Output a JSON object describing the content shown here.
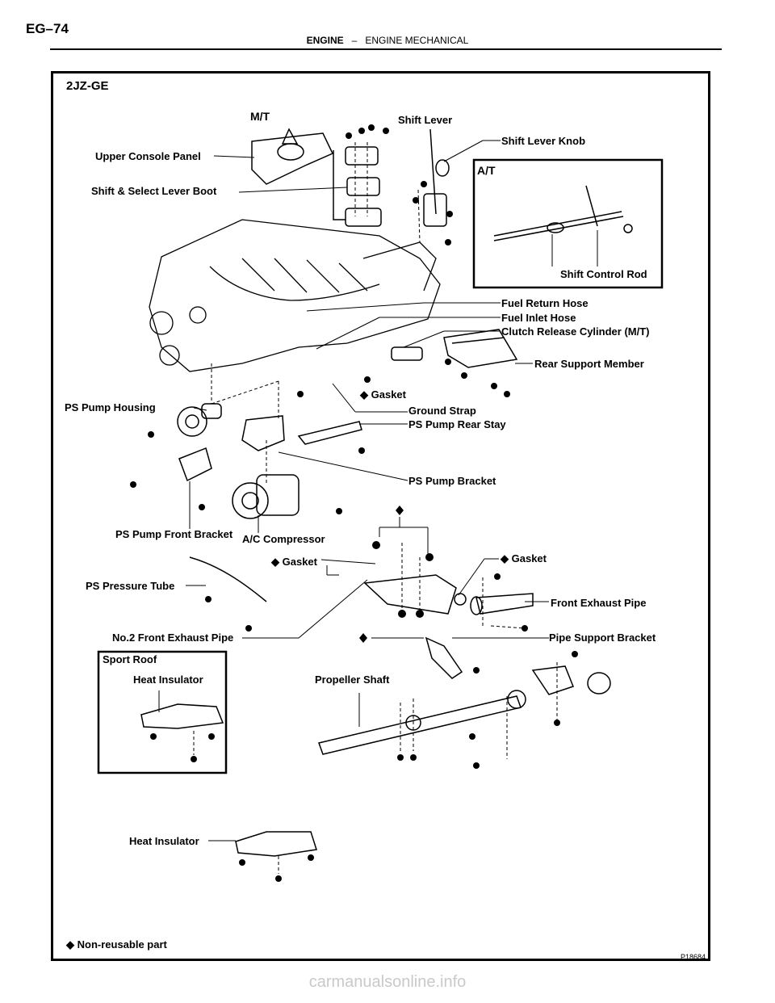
{
  "page": {
    "page_number": "EG–74",
    "section": "ENGINE",
    "separator": "–",
    "subsection": "ENGINE MECHANICAL"
  },
  "diagram": {
    "model": "2JZ-GE",
    "variant_mt": "M/T",
    "variant_at": "A/T",
    "variant_sport_roof": "Sport Roof",
    "labels": {
      "shift_lever": "Shift Lever",
      "shift_lever_knob": "Shift Lever Knob",
      "upper_console_panel": "Upper Console Panel",
      "shift_select_lever_boot": "Shift & Select Lever Boot",
      "shift_control_rod": "Shift Control Rod",
      "fuel_return_hose": "Fuel Return Hose",
      "fuel_inlet_hose": "Fuel Inlet Hose",
      "clutch_release_cylinder": "Clutch Release Cylinder (M/T)",
      "rear_support_member": "Rear Support Member",
      "gasket": "Gasket",
      "ps_pump_housing": "PS Pump Housing",
      "ground_strap": "Ground Strap",
      "ps_pump_rear_stay": "PS Pump Rear Stay",
      "ps_pump_bracket": "PS Pump Bracket",
      "ps_pump_front_bracket": "PS Pump Front Bracket",
      "ac_compressor": "A/C Compressor",
      "ps_pressure_tube": "PS Pressure Tube",
      "front_exhaust_pipe": "Front Exhaust Pipe",
      "no2_front_exhaust_pipe": "No.2 Front Exhaust Pipe",
      "pipe_support_bracket": "Pipe Support Bracket",
      "heat_insulator": "Heat Insulator",
      "propeller_shaft": "Propeller Shaft"
    },
    "non_reusable_symbol": "◆",
    "footnote": "◆ Non-reusable part",
    "figure_code": "P18684"
  },
  "watermark": "carmanualsonline.info"
}
